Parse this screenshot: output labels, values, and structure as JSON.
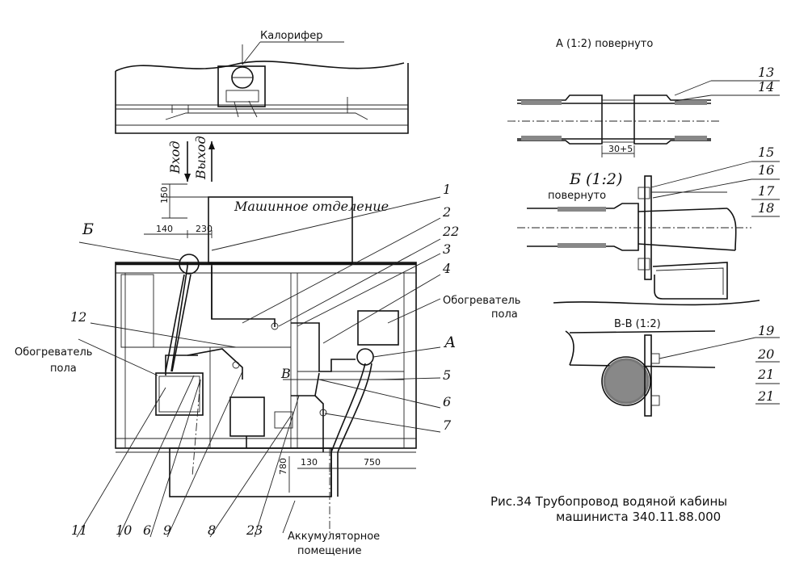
{
  "labels": {
    "calorifer": "Калорифер",
    "view_a": "А (1:2) повернуто",
    "view_b": "Б (1:2)",
    "rotated": "повернуто",
    "view_vv": "В-В (1:2)",
    "machine_room": "Машинное отделение",
    "inlet": "Вход",
    "outlet": "Выход",
    "heater_left": "Обогреватель",
    "heater_left_2": "пола",
    "heater_right": "Обогреватель",
    "heater_right_2": "пола",
    "battery_room": "Аккумуляторное",
    "battery_room_2": "помещение",
    "caption_1": "Рис.34 Трубопровод водяной кабины",
    "caption_2": "машиниста 340.11.88.000",
    "callout_a": "А",
    "callout_b": "Б",
    "callout_v": "В"
  },
  "dimensions": {
    "d150": "150",
    "d140": "140",
    "d230": "230",
    "d130": "130",
    "d750": "750",
    "d780": "780",
    "d30": "30+5"
  },
  "part_numbers": [
    "1",
    "2",
    "22",
    "3",
    "4",
    "5",
    "6",
    "7",
    "11",
    "10",
    "6",
    "9",
    "8",
    "23",
    "22",
    "12",
    "13",
    "14",
    "15",
    "16",
    "17",
    "18",
    "19",
    "20",
    "21"
  ],
  "colors": {
    "ink": "#111111",
    "paper": "#ffffff"
  }
}
